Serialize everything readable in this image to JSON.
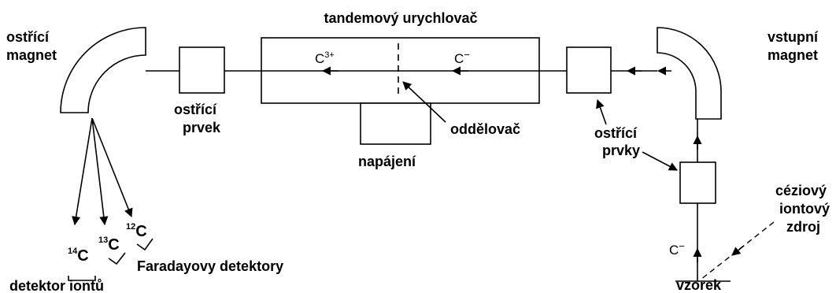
{
  "labels": {
    "accelerator": "tandemový urychlovač",
    "focus_magnet_1": "ostřící",
    "focus_magnet_2": "magnet",
    "input_magnet_1": "vstupní",
    "input_magnet_2": "magnet",
    "focus_element_1": "ostřící",
    "focus_element_2": "prvek",
    "focus_elements_1": "ostřící",
    "focus_elements_2": "prvky",
    "stripper": "oddělovač",
    "power": "napájení",
    "cesium_1": "céziový",
    "cesium_2": "iontový",
    "cesium_3": "zdroj",
    "sample": "vzorek",
    "ion_detector": "detektor iontů",
    "faraday": "Faradayovy detektory"
  },
  "ions": {
    "c3plus_base": "C",
    "c3plus_sup": "3+",
    "cminus_base": "C",
    "cminus_sup": "−",
    "cminus_src_base": "C",
    "cminus_src_sup": "−"
  },
  "isotopes": {
    "c14_mass": "14",
    "c14_sym": "C",
    "c13_mass": "13",
    "c13_sym": "C",
    "c12_mass": "12",
    "c12_sym": "C"
  }
}
